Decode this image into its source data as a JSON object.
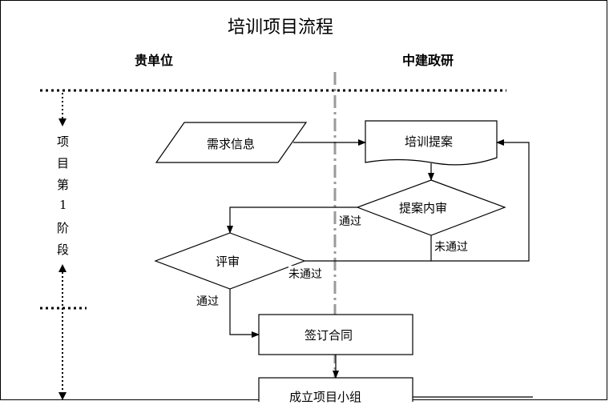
{
  "title": "培训项目流程",
  "columns": {
    "left": "贵单位",
    "right": "中建政研"
  },
  "stage": {
    "chars": [
      "项",
      "目",
      "第",
      "1",
      "阶",
      "段"
    ]
  },
  "nodes": {
    "demand_info": "需求信息",
    "training_proposal": "培训提案",
    "proposal_review": "提案内审",
    "evaluation": "评审",
    "sign_contract": "签订合同",
    "form_group": "成立项目小组"
  },
  "edges": {
    "passed_1": "通过",
    "failed_1": "未通过",
    "failed_2": "未通过",
    "passed_2": "通过"
  }
}
